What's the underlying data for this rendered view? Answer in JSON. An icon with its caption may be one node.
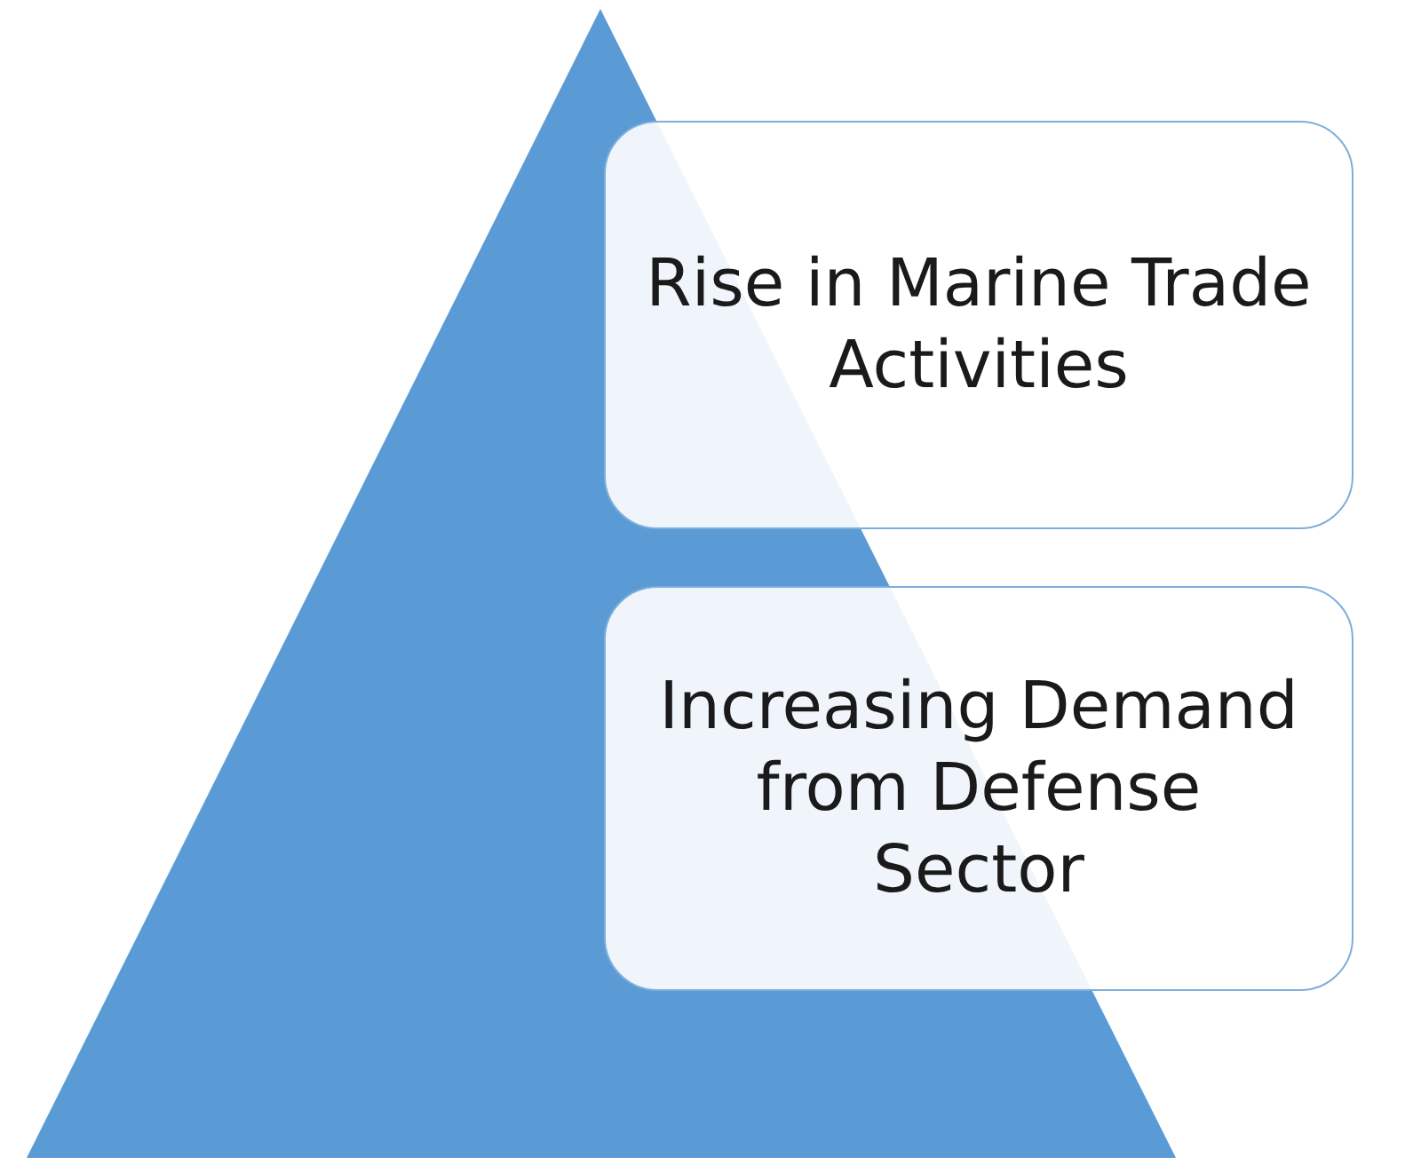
{
  "diagram": {
    "nodes": [
      {
        "text": [],
        "shape": "triangle"
      },
      {
        "text": [
          "Rise in Marine Trade Activities"
        ]
      },
      {
        "text": [
          "Increasing Demand from Defense Sector"
        ]
      }
    ]
  }
}
